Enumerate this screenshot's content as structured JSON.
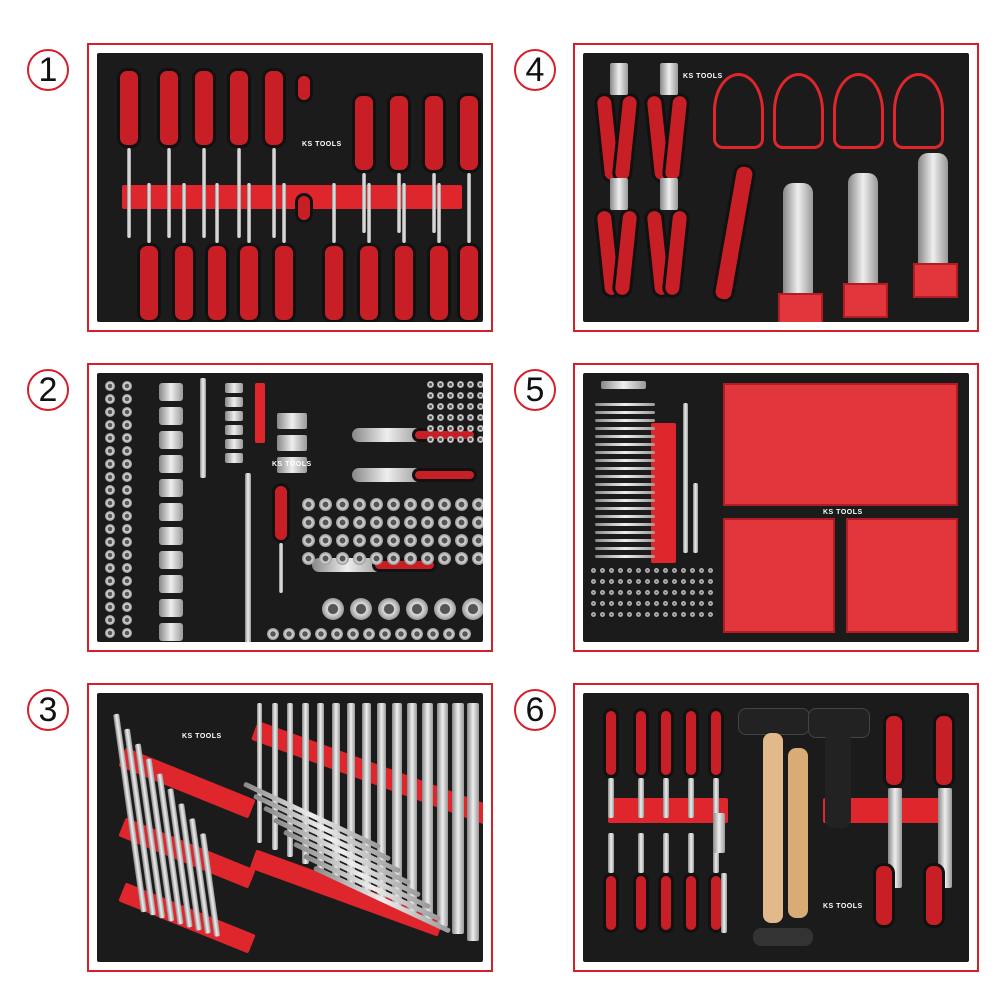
{
  "panels": [
    {
      "number": "1",
      "content": "screwdrivers"
    },
    {
      "number": "2",
      "content": "sockets-ratchets"
    },
    {
      "number": "3",
      "content": "wrenches"
    },
    {
      "number": "4",
      "content": "pliers"
    },
    {
      "number": "5",
      "content": "bits-storage"
    },
    {
      "number": "6",
      "content": "hammers-chisels-files"
    }
  ],
  "brand_logo": "KS TOOLS",
  "colors": {
    "accent": "#d5202a",
    "foam": "#1b1b1b",
    "insert": "#e0262d"
  }
}
